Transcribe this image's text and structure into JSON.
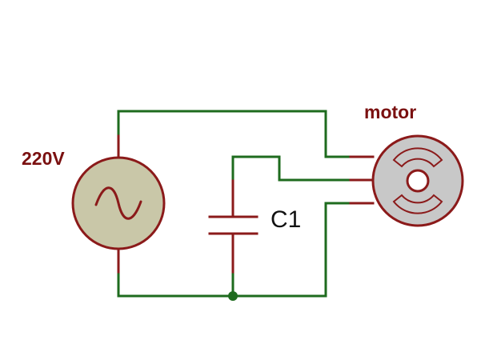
{
  "labels": {
    "source": "220V",
    "motor": "motor",
    "capacitor": "C1"
  },
  "colors": {
    "wire": "#1e6b1e",
    "component_lead": "#8b1a1a",
    "source_fill": "#c9c7a8",
    "motor_fill": "#c8c8c8",
    "label_dark_red": "#7a1010",
    "label_black": "#111111"
  },
  "components": [
    {
      "id": "source",
      "kind": "ac-voltage-source",
      "icon": "sine-wave-icon"
    },
    {
      "id": "capacitor",
      "kind": "capacitor"
    },
    {
      "id": "motor",
      "kind": "motor",
      "terminals": 3
    }
  ]
}
